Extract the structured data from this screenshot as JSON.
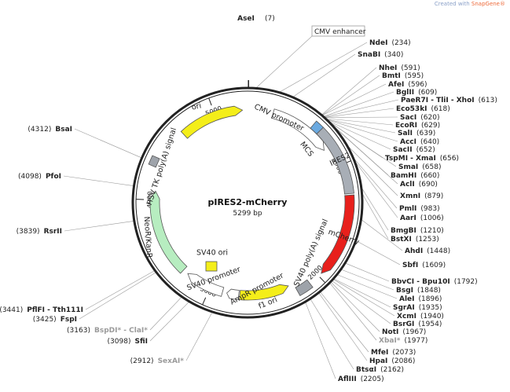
{
  "watermark": {
    "prefix": "Created with",
    "brand": "SnapGene®"
  },
  "plasmid": {
    "name": "pIRES2-mCherry",
    "size_label": "5299 bp",
    "total_bp": 5299
  },
  "ticks": [
    "1000",
    "2000",
    "3000",
    "4000",
    "5000"
  ],
  "features": [
    {
      "name": "CMV promoter",
      "start": 235,
      "end": 819,
      "strand": "+",
      "color": "#ffffff"
    },
    {
      "name": "MCS",
      "start": 591,
      "end": 665,
      "strand": "none",
      "color": "#6aa9e0"
    },
    {
      "name": "IRES2",
      "start": 665,
      "end": 1250,
      "strand": "none",
      "color": "#a8aeb6"
    },
    {
      "name": "mCherry",
      "start": 1263,
      "end": 1970,
      "strand": "+",
      "color": "#e8201c"
    },
    {
      "name": "SV40 poly(A) signal",
      "start": 2095,
      "end": 2216,
      "strand": "none",
      "color": "#9ea3aa"
    },
    {
      "name": "f1 ori",
      "start": 2265,
      "end": 2720,
      "strand": "-",
      "color": "#f4ee1a"
    },
    {
      "name": "AmpR promoter",
      "start": 2730,
      "end": 2840,
      "strand": "+",
      "color": "#ffffff"
    },
    {
      "name": "SV40 promoter",
      "start": 2880,
      "end": 3240,
      "strand": "+",
      "color": "#ffffff"
    },
    {
      "name": "SV40 ori",
      "start": 3090,
      "end": 3225,
      "strand": "none",
      "color": "#f4ee1a"
    },
    {
      "name": "NeoR/KanR",
      "start": 3290,
      "end": 4080,
      "strand": "+",
      "color": "#b7edc0"
    },
    {
      "name": "HSV TK poly(A) signal",
      "start": 4316,
      "end": 4334,
      "strand": "none",
      "color": "#9ea3aa"
    },
    {
      "name": "ori",
      "start": 4665,
      "end": 5253,
      "strand": "+",
      "color": "#f4ee1a"
    }
  ],
  "sites": [
    {
      "name": "AseI",
      "pos": "(7)",
      "bp": 7,
      "side": "top"
    },
    {
      "name": "CMV enhancer",
      "pos": "",
      "bp": 60,
      "side": "boxed"
    },
    {
      "name": "NdeI",
      "pos": "(234)",
      "bp": 234,
      "side": "right"
    },
    {
      "name": "SnaBI",
      "pos": "(340)",
      "bp": 340,
      "side": "right"
    },
    {
      "name": "NheI",
      "pos": "(591)",
      "bp": 591,
      "side": "right"
    },
    {
      "name": "BmtI",
      "pos": "(595)",
      "bp": 595,
      "side": "right"
    },
    {
      "name": "AfeI",
      "pos": "(596)",
      "bp": 596,
      "side": "right"
    },
    {
      "name": "BglII",
      "pos": "(609)",
      "bp": 609,
      "side": "right"
    },
    {
      "name": "PaeR7I - TliI - XhoI",
      "pos": "(613)",
      "bp": 613,
      "side": "right"
    },
    {
      "name": "Eco53kI",
      "pos": "(618)",
      "bp": 618,
      "side": "right"
    },
    {
      "name": "SacI",
      "pos": "(620)",
      "bp": 620,
      "side": "right"
    },
    {
      "name": "EcoRI",
      "pos": "(629)",
      "bp": 629,
      "side": "right"
    },
    {
      "name": "SalI",
      "pos": "(639)",
      "bp": 639,
      "side": "right"
    },
    {
      "name": "AccI",
      "pos": "(640)",
      "bp": 640,
      "side": "right"
    },
    {
      "name": "SacII",
      "pos": "(652)",
      "bp": 652,
      "side": "right"
    },
    {
      "name": "TspMI - XmaI",
      "pos": "(656)",
      "bp": 656,
      "side": "right"
    },
    {
      "name": "SmaI",
      "pos": "(658)",
      "bp": 658,
      "side": "right"
    },
    {
      "name": "BamHI",
      "pos": "(660)",
      "bp": 660,
      "side": "right"
    },
    {
      "name": "AclI",
      "pos": "(690)",
      "bp": 690,
      "side": "right"
    },
    {
      "name": "XmnI",
      "pos": "(879)",
      "bp": 879,
      "side": "right"
    },
    {
      "name": "PmlI",
      "pos": "(983)",
      "bp": 983,
      "side": "right"
    },
    {
      "name": "AarI",
      "pos": "(1006)",
      "bp": 1006,
      "side": "right"
    },
    {
      "name": "BmgBI",
      "pos": "(1210)",
      "bp": 1210,
      "side": "right"
    },
    {
      "name": "BstXI",
      "pos": "(1253)",
      "bp": 1253,
      "side": "right"
    },
    {
      "name": "AhdI",
      "pos": "(1448)",
      "bp": 1448,
      "side": "right"
    },
    {
      "name": "SbfI",
      "pos": "(1609)",
      "bp": 1609,
      "side": "right"
    },
    {
      "name": "BbvCI - Bpu10I",
      "pos": "(1792)",
      "bp": 1792,
      "side": "right"
    },
    {
      "name": "BsgI",
      "pos": "(1848)",
      "bp": 1848,
      "side": "right"
    },
    {
      "name": "AleI",
      "pos": "(1896)",
      "bp": 1896,
      "side": "right"
    },
    {
      "name": "SgrAI",
      "pos": "(1935)",
      "bp": 1935,
      "side": "right"
    },
    {
      "name": "XcmI",
      "pos": "(1940)",
      "bp": 1940,
      "side": "right"
    },
    {
      "name": "BsrGI",
      "pos": "(1954)",
      "bp": 1954,
      "side": "right"
    },
    {
      "name": "NotI",
      "pos": "(1967)",
      "bp": 1967,
      "side": "right"
    },
    {
      "name": "XbaI*",
      "pos": "(1977)",
      "bp": 1977,
      "side": "right",
      "muted": true
    },
    {
      "name": "MfeI",
      "pos": "(2073)",
      "bp": 2073,
      "side": "right"
    },
    {
      "name": "HpaI",
      "pos": "(2086)",
      "bp": 2086,
      "side": "right"
    },
    {
      "name": "BtsαI",
      "pos": "(2162)",
      "bp": 2162,
      "side": "right"
    },
    {
      "name": "AflIII",
      "pos": "(2205)",
      "bp": 2205,
      "side": "right"
    },
    {
      "name": "SexAI*",
      "pos": "(2912)",
      "bp": 2912,
      "side": "left",
      "muted": true
    },
    {
      "name": "SfiI",
      "pos": "(3098)",
      "bp": 3098,
      "side": "left"
    },
    {
      "name": "BspDI* - ClaI*",
      "pos": "(3163)",
      "bp": 3163,
      "side": "left",
      "muted": true
    },
    {
      "name": "FspI",
      "pos": "(3425)",
      "bp": 3425,
      "side": "left"
    },
    {
      "name": "PflFI - Tth111I",
      "pos": "(3441)",
      "bp": 3441,
      "side": "left"
    },
    {
      "name": "RsrII",
      "pos": "(3839)",
      "bp": 3839,
      "side": "left"
    },
    {
      "name": "PfoI",
      "pos": "(4098)",
      "bp": 4098,
      "side": "left"
    },
    {
      "name": "BsaI",
      "pos": "(4312)",
      "bp": 4312,
      "side": "left"
    }
  ]
}
